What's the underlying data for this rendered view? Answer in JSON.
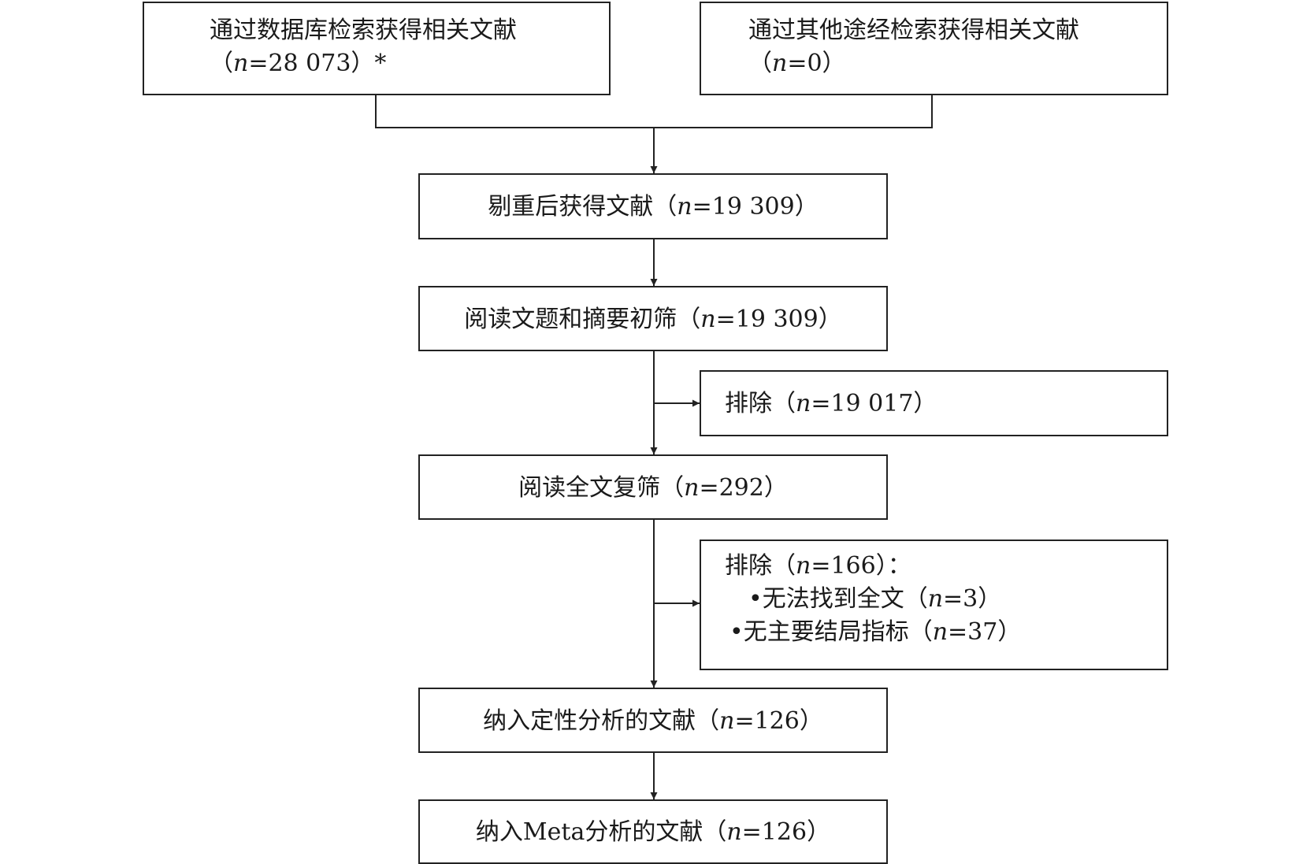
{
  "source_db": {
    "line1": "通过数据库检索获得相关文献",
    "line2_pre": "（",
    "n_label": "n",
    "line2_post": "=28 073）*"
  },
  "source_other": {
    "line1": "通过其他途经检索获得相关文献",
    "line2_pre": "（",
    "n_label": "n",
    "line2_post": "=0）"
  },
  "after_dedup": {
    "pre": "剔重后获得文献（",
    "n_label": "n",
    "post": "=19 309）"
  },
  "title_abstract": {
    "pre": "阅读文题和摘要初筛（",
    "n_label": "n",
    "post": "=19 309）"
  },
  "excluded_1": {
    "pre": "排除（",
    "n_label": "n",
    "post": "=19 017）"
  },
  "fulltext": {
    "pre": "阅读全文复筛（",
    "n_label": "n",
    "post": "=292）"
  },
  "excluded_2": {
    "pre": "排除（",
    "n_label": "n",
    "post": "=166）：",
    "reasons": [
      {
        "bullet": "•",
        "pre": "无法找到全文（",
        "n_label": "n",
        "post": "=3）"
      },
      {
        "bullet": "•",
        "pre": "无主要结局指标（",
        "n_label": "n",
        "post": "=37）"
      }
    ]
  },
  "qualitative": {
    "pre": "纳入定性分析的文献（",
    "n_label": "n",
    "post": "=126）"
  },
  "meta": {
    "pre": "纳入Meta分析的文献（",
    "n_label": "n",
    "post": "=126）"
  },
  "colors": {
    "line": "#222222",
    "text": "#1a1a1a"
  }
}
